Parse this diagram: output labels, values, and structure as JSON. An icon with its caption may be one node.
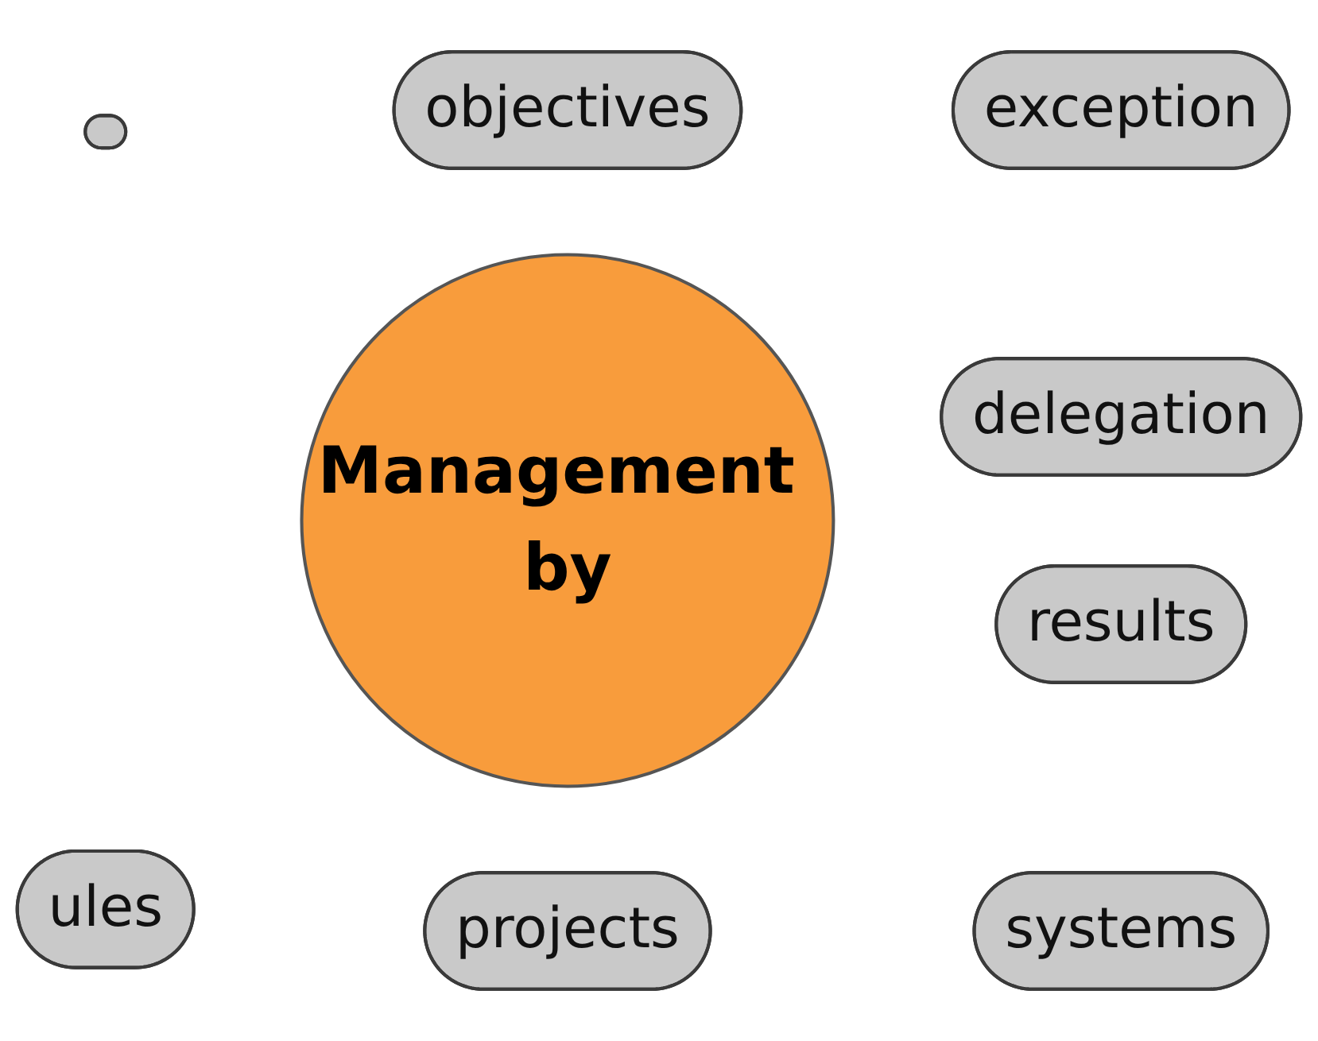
{
  "diagram": {
    "nodes": [
      {
        "text": [
          "objectives"
        ]
      },
      {
        "text": [
          "exception"
        ]
      },
      {
        "text": [],
        "shape": "ellipse"
      },
      {
        "text": [
          "delegation"
        ]
      },
      {
        "text": [
          "Management by"
        ]
      },
      {
        "text": [
          "ules"
        ]
      },
      {
        "text": [
          "results"
        ]
      },
      {
        "text": [
          "projects"
        ]
      },
      {
        "text": [
          "systems"
        ]
      }
    ]
  }
}
